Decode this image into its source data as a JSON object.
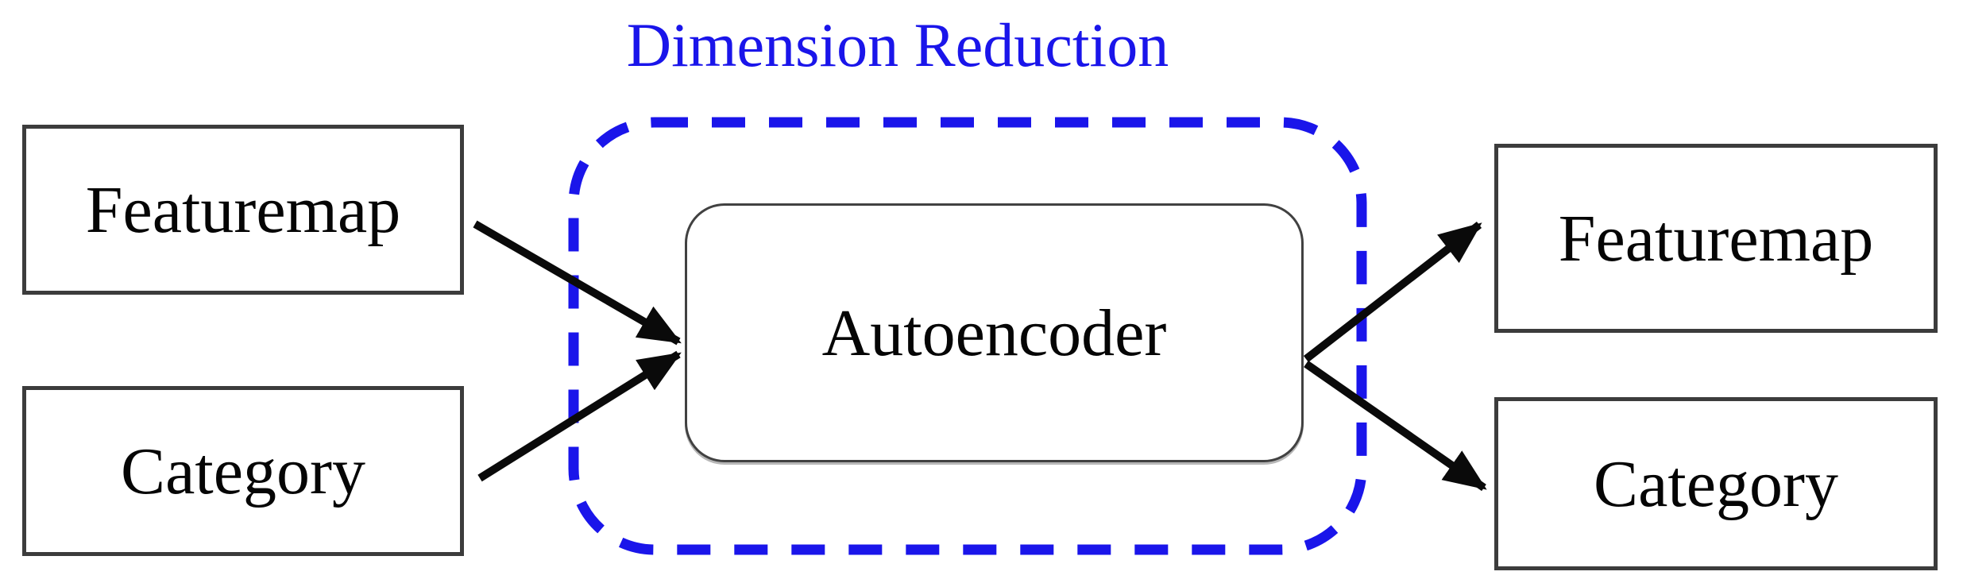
{
  "diagram": {
    "title": "Dimension Reduction",
    "nodes": {
      "input_featuremap": {
        "label": "Featuremap"
      },
      "input_category": {
        "label": "Category"
      },
      "autoencoder": {
        "label": "Autoencoder"
      },
      "output_featuremap": {
        "label": "Featuremap"
      },
      "output_category": {
        "label": "Category"
      }
    },
    "edges": [
      {
        "from": "input_featuremap",
        "to": "autoencoder"
      },
      {
        "from": "input_category",
        "to": "autoencoder"
      },
      {
        "from": "autoencoder",
        "to": "output_featuremap"
      },
      {
        "from": "autoencoder",
        "to": "output_category"
      }
    ],
    "colors": {
      "accent_blue": "#1a15ea",
      "node_border": "#3c3c3c",
      "arrow": "#0a0a0a",
      "text": "#050505",
      "background": "#ffffff"
    }
  }
}
